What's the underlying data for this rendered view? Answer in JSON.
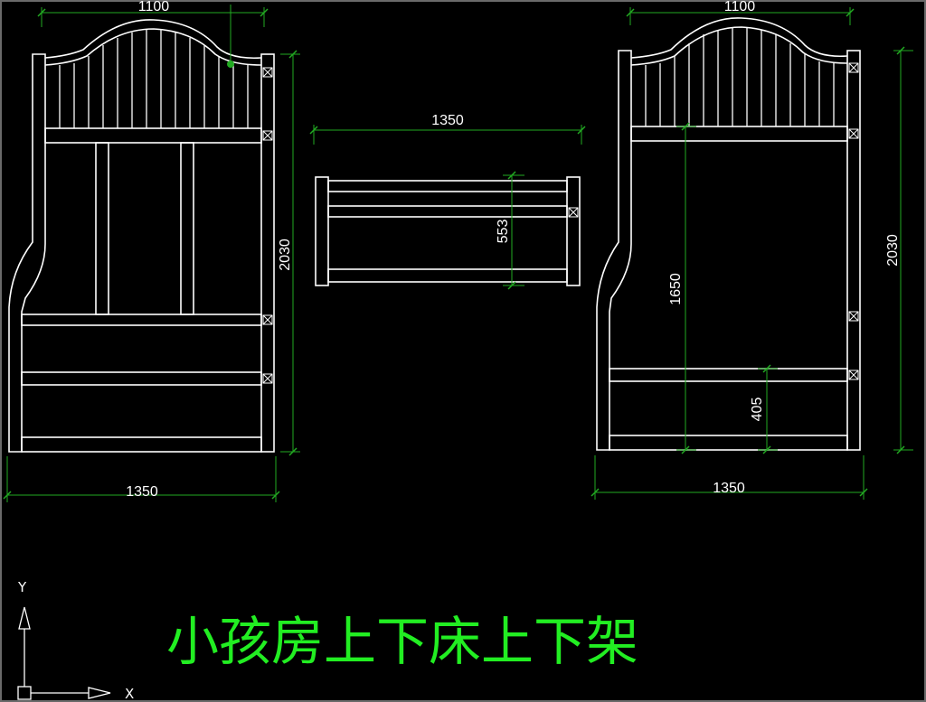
{
  "drawing": {
    "title": "小孩房上下床上下架",
    "left_view": {
      "width_top": "1100",
      "height": "2030",
      "width_bottom": "1350"
    },
    "middle_view": {
      "width": "1350",
      "height": "553"
    },
    "right_view": {
      "width_top": "1100",
      "height": "2030",
      "inner_height": "1650",
      "drawer_height": "405",
      "width_bottom": "1350"
    },
    "ucs": {
      "x_label": "X",
      "y_label": "Y"
    }
  },
  "colors": {
    "background": "#000000",
    "lines": "#ffffff",
    "dimensions": "#22aa22",
    "title": "#22ee22"
  }
}
